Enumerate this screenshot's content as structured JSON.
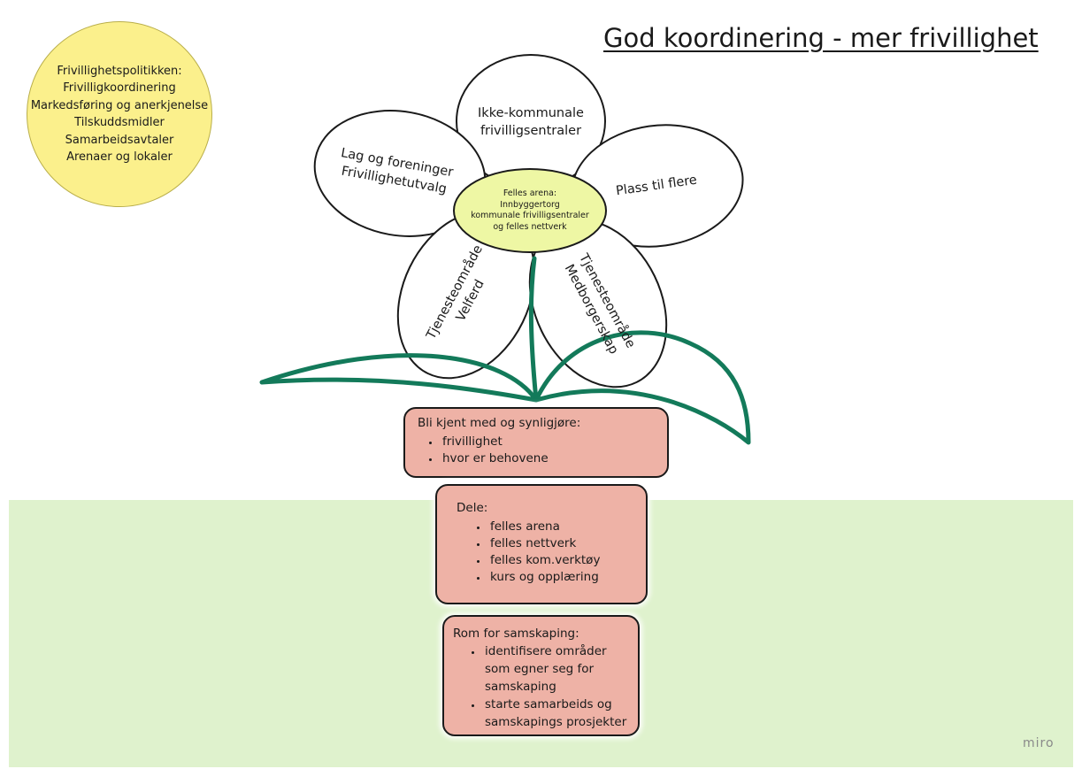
{
  "title": "God koordinering - mer frivillighet",
  "policy_circle": {
    "lines": [
      "Frivillighetspolitikken:",
      "Frivilligkoordinering",
      "Markedsføring og anerkjenelse",
      "Tilskuddsmidler",
      "Samarbeidsavtaler",
      "Arenaer og lokaler"
    ]
  },
  "flower": {
    "petals": {
      "top": [
        "Ikke-kommunale",
        "frivilligsentraler"
      ],
      "left": [
        "Lag og foreninger",
        "Frivillighetutvalg"
      ],
      "right": [
        "Plass til flere"
      ],
      "bottom_left": [
        "Tjenesteområde",
        "Velferd"
      ],
      "bottom_right": [
        "Tjenesteområde",
        "Medborgerskap"
      ]
    },
    "center": [
      "Felles arena:",
      "Innbyggertorg",
      "kommunale frivilligsentraler",
      "og felles nettverk"
    ]
  },
  "boxes": {
    "know": {
      "heading": "Bli kjent med og synligjøre:",
      "items": [
        "frivillighet",
        "hvor er behovene"
      ]
    },
    "share": {
      "heading": "Dele:",
      "items": [
        "felles arena",
        "felles nettverk",
        "felles kom.verktøy",
        "kurs og opplæring"
      ]
    },
    "cocreate": {
      "heading": "Rom for samskaping:",
      "items": [
        "identifisere områder som egner seg for samskaping",
        "starte samarbeids og samskapings prosjekter"
      ]
    }
  },
  "watermark": "miro",
  "colors": {
    "ground": "#dff2cd",
    "policy_circle": "#fbf08c",
    "flower_center": "#eef7a4",
    "stem": "#137a5a",
    "boxes": "#eeb2a6"
  }
}
